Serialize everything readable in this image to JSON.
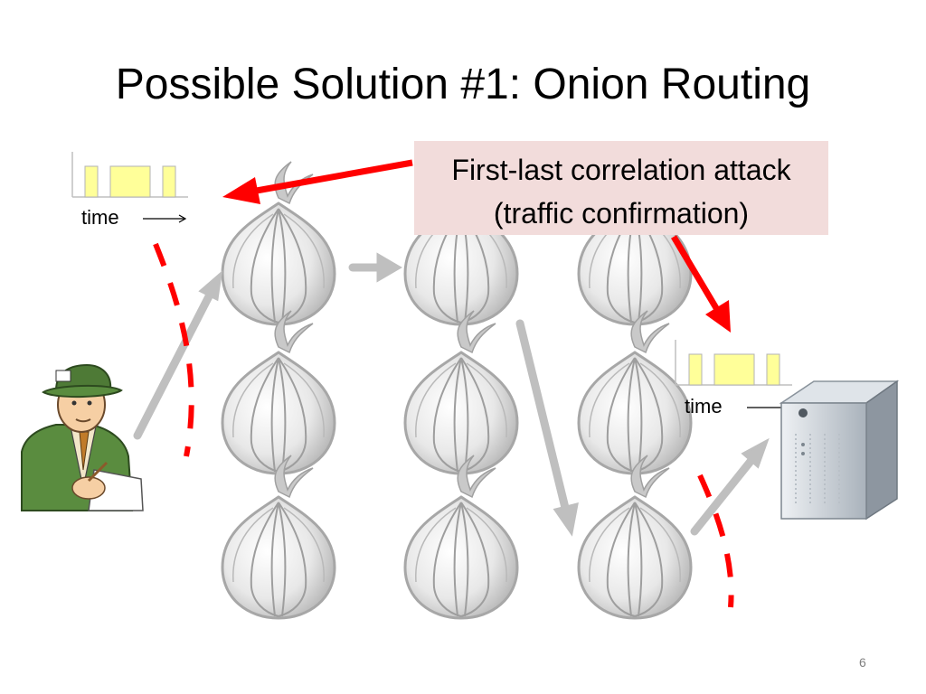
{
  "slide": {
    "title": "Possible Solution #1: Onion Routing",
    "callout": {
      "line1": "First-last correlation attack",
      "line2": "(traffic confirmation)"
    },
    "timing_left": {
      "label": "time"
    },
    "timing_right": {
      "label": "time"
    },
    "page_number": "6"
  },
  "colors": {
    "attack_arrow": "#ff0000",
    "flow_arrow": "#bfbfbf",
    "callout_bg": "#f2dcdb",
    "traffic_box": "#ffff99",
    "onion": "#e6e6e6"
  },
  "icons": {
    "user": "reporter-icon",
    "relay": "onion-icon",
    "destination": "server-icon"
  }
}
